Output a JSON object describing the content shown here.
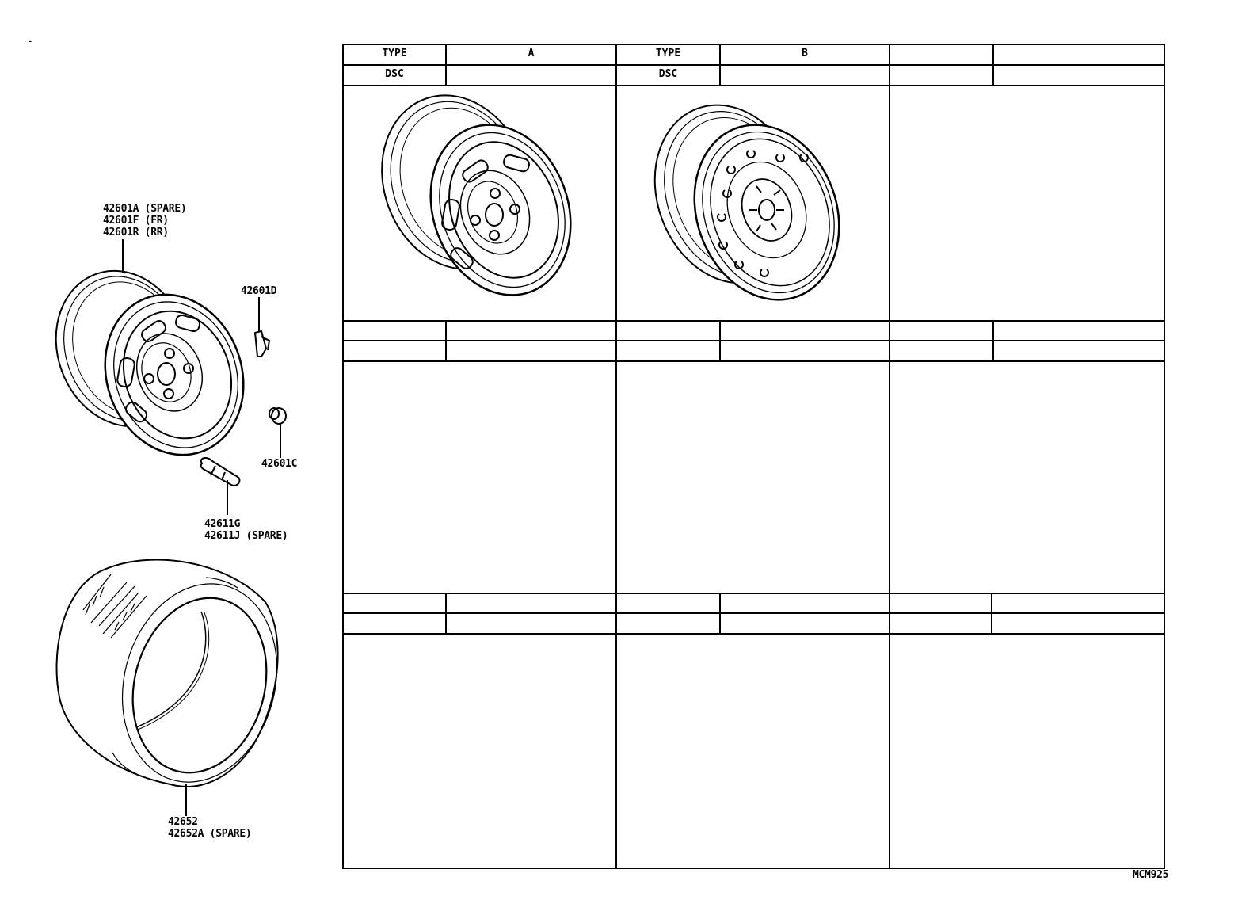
{
  "diagram": {
    "corner_mark": "-",
    "drawing_code": "MCM925",
    "callouts": {
      "disc_wheel": [
        "42601A (SPARE)",
        "42601F (FR)",
        "42601R (RR)"
      ],
      "cap": [
        "42601D"
      ],
      "nut": [
        "42601C"
      ],
      "valve": [
        "42611G",
        "42611J (SPARE)"
      ],
      "tire": [
        "42652",
        "42652A (SPARE)"
      ]
    },
    "table": {
      "header_rows": [
        {
          "cells": [
            "TYPE",
            "A",
            "TYPE",
            "B",
            "",
            ""
          ]
        },
        {
          "cells": [
            "DSC",
            "",
            "DSC",
            "",
            "",
            ""
          ]
        }
      ],
      "panels": [
        {
          "id": "type-a",
          "content": "disc-wheel-slotted"
        },
        {
          "id": "type-b",
          "content": "disc-wheel-vented"
        },
        {
          "id": "empty-1",
          "content": ""
        }
      ]
    }
  }
}
